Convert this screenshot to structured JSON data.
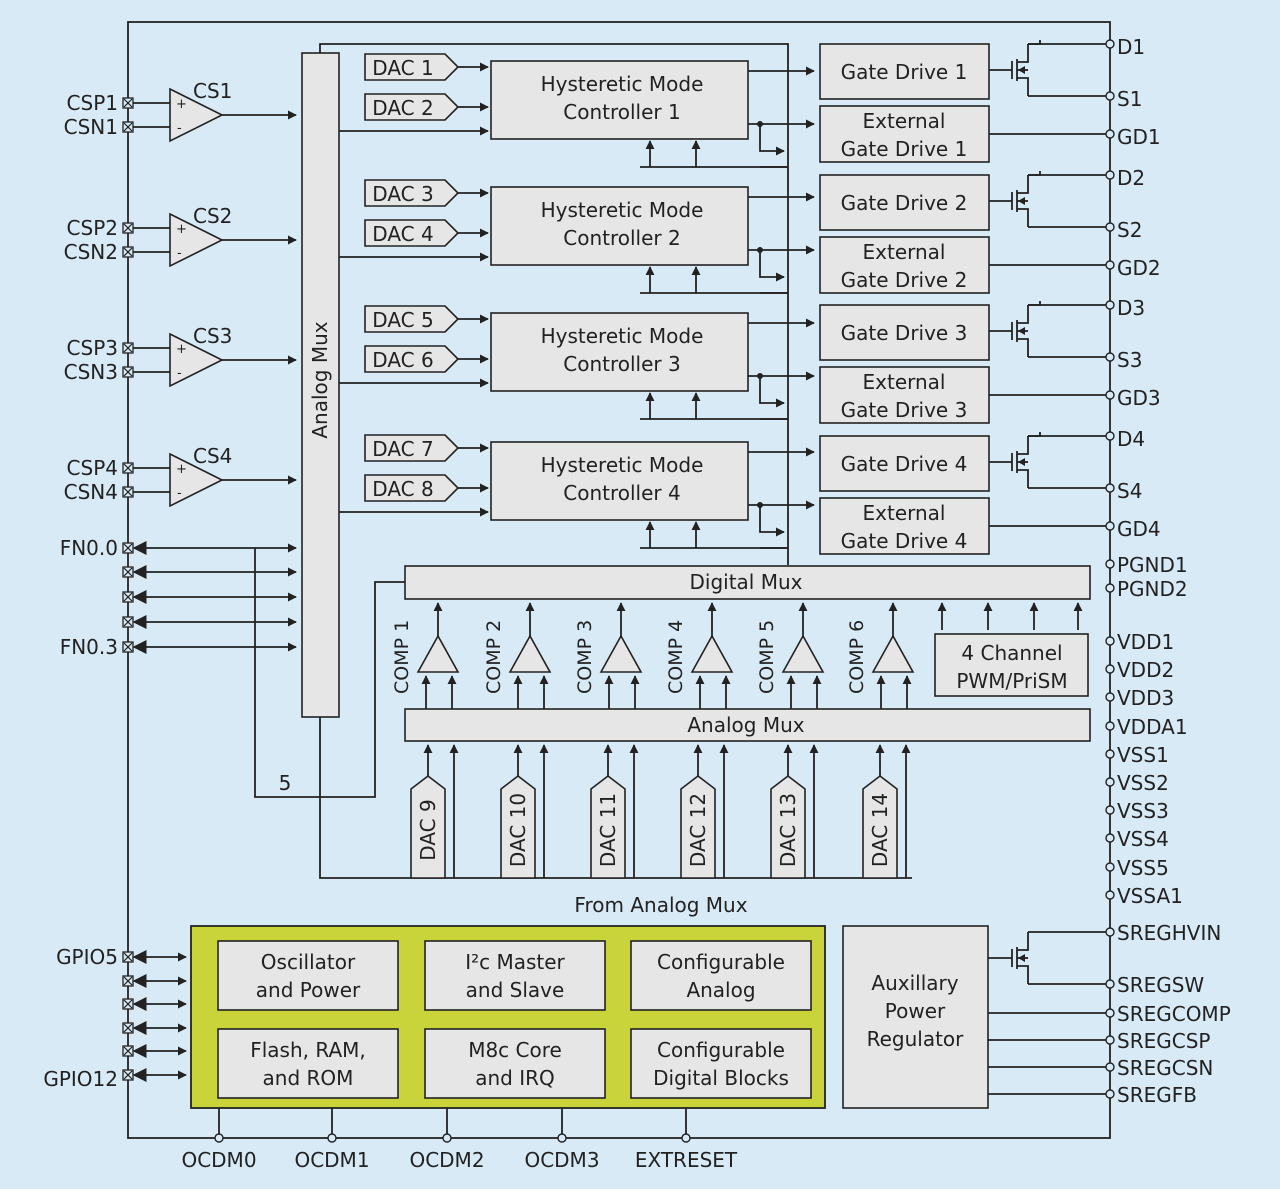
{
  "colors": {
    "background": "#d7eaf6",
    "block_fill": "#e6e6e6",
    "mcu_panel": "#c9d43a",
    "line": "#222222"
  },
  "left_pins": {
    "cs": [
      {
        "p": "CSP1",
        "n": "CSN1",
        "amp": "CS1"
      },
      {
        "p": "CSP2",
        "n": "CSN2",
        "amp": "CS2"
      },
      {
        "p": "CSP3",
        "n": "CSN3",
        "amp": "CS3"
      },
      {
        "p": "CSP4",
        "n": "CSN4",
        "amp": "CS4"
      }
    ],
    "fn_first": "FN0.0",
    "fn_last": "FN0.3",
    "gpio_first": "GPIO5",
    "gpio_last": "GPIO12"
  },
  "analog_mux_vertical": "Analog Mux",
  "dacs_top": [
    "DAC 1",
    "DAC 2",
    "DAC 3",
    "DAC 4",
    "DAC 5",
    "DAC 6",
    "DAC 7",
    "DAC 8"
  ],
  "controllers": [
    {
      "line1": "Hysteretic Mode",
      "line2": "Controller 1"
    },
    {
      "line1": "Hysteretic Mode",
      "line2": "Controller 2"
    },
    {
      "line1": "Hysteretic Mode",
      "line2": "Controller 3"
    },
    {
      "line1": "Hysteretic Mode",
      "line2": "Controller 4"
    }
  ],
  "gate_drives": [
    "Gate Drive 1",
    "Gate Drive 2",
    "Gate Drive 3",
    "Gate Drive 4"
  ],
  "ext_gate_drives": [
    {
      "line1": "External",
      "line2": "Gate Drive 1"
    },
    {
      "line1": "External",
      "line2": "Gate Drive 2"
    },
    {
      "line1": "External",
      "line2": "Gate Drive 3"
    },
    {
      "line1": "External",
      "line2": "Gate Drive 4"
    }
  ],
  "digital_mux": "Digital Mux",
  "comparators": [
    "COMP 1",
    "COMP 2",
    "COMP 3",
    "COMP 4",
    "COMP 5",
    "COMP 6"
  ],
  "pwm_block": {
    "line1": "4 Channel",
    "line2": "PWM/PriSM"
  },
  "analog_mux_horizontal": "Analog Mux",
  "bus_width_label": "5",
  "dacs_bottom": [
    "DAC 9",
    "DAC 10",
    "DAC 11",
    "DAC 12",
    "DAC 13",
    "DAC 14"
  ],
  "from_analog_mux": "From Analog Mux",
  "right_pins": {
    "drive": [
      {
        "d": "D1",
        "s": "S1",
        "gd": "GD1"
      },
      {
        "d": "D2",
        "s": "S2",
        "gd": "GD2"
      },
      {
        "d": "D3",
        "s": "S3",
        "gd": "GD3"
      },
      {
        "d": "D4",
        "s": "S4",
        "gd": "GD4"
      }
    ],
    "power": [
      "PGND1",
      "PGND2",
      "VDD1",
      "VDD2",
      "VDD3",
      "VDDA1",
      "VSS1",
      "VSS2",
      "VSS3",
      "VSS4",
      "VSS5",
      "VSSA1"
    ],
    "regulator": [
      "SREGHVIN",
      "SREGSW",
      "SREGCOMP",
      "SREGCSP",
      "SREGCSN",
      "SREGFB"
    ]
  },
  "mcu_blocks": [
    {
      "line1": "Oscillator",
      "line2": "and Power"
    },
    {
      "line1": "I²c  Master",
      "line2": "and Slave"
    },
    {
      "line1": "Configurable",
      "line2": "Analog"
    },
    {
      "line1": "Flash, RAM,",
      "line2": "and ROM"
    },
    {
      "line1": "M8c Core",
      "line2": "and IRQ"
    },
    {
      "line1": "Configurable",
      "line2": "Digital Blocks"
    }
  ],
  "aux_regulator": {
    "line1": "Auxillary",
    "line2": "Power",
    "line3": "Regulator"
  },
  "bottom_pins": [
    "OCDM0",
    "OCDM1",
    "OCDM2",
    "OCDM3",
    "EXTRESET"
  ]
}
